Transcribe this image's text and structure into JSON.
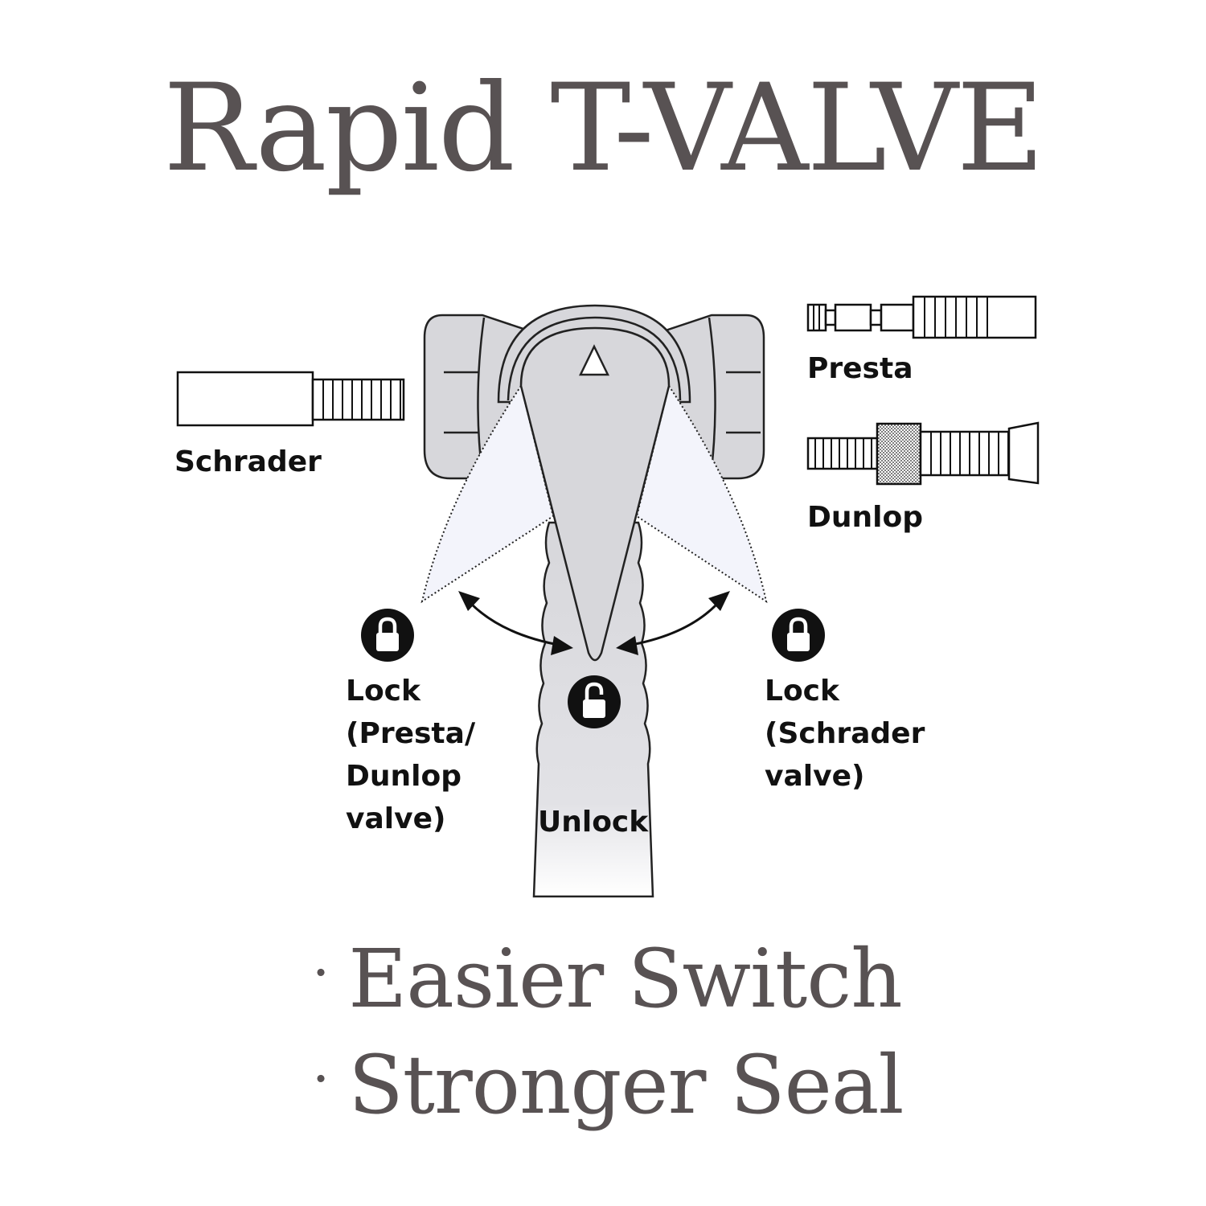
{
  "title": "Rapid T-VALVE",
  "labels": {
    "schrader": "Schrader",
    "presta": "Presta",
    "dunlop": "Dunlop",
    "lock_left": [
      "Lock",
      "(Presta/",
      "Dunlop",
      "valve)"
    ],
    "lock_right": [
      "Lock",
      "(Schrader",
      "valve)"
    ],
    "unlock": "Unlock"
  },
  "icons": {
    "lock_left": "padlock-closed-icon",
    "lock_right": "padlock-closed-icon",
    "unlock": "padlock-open-icon",
    "lever_marker": "triangle-icon"
  },
  "features": {
    "bullet": "·",
    "items": [
      "Easier Switch",
      "Stronger Seal"
    ]
  },
  "colors": {
    "title_text": "#585253",
    "label_text": "#111111",
    "body_fill": "#d7d7db",
    "ghost_fill": "#f3f4fb"
  }
}
